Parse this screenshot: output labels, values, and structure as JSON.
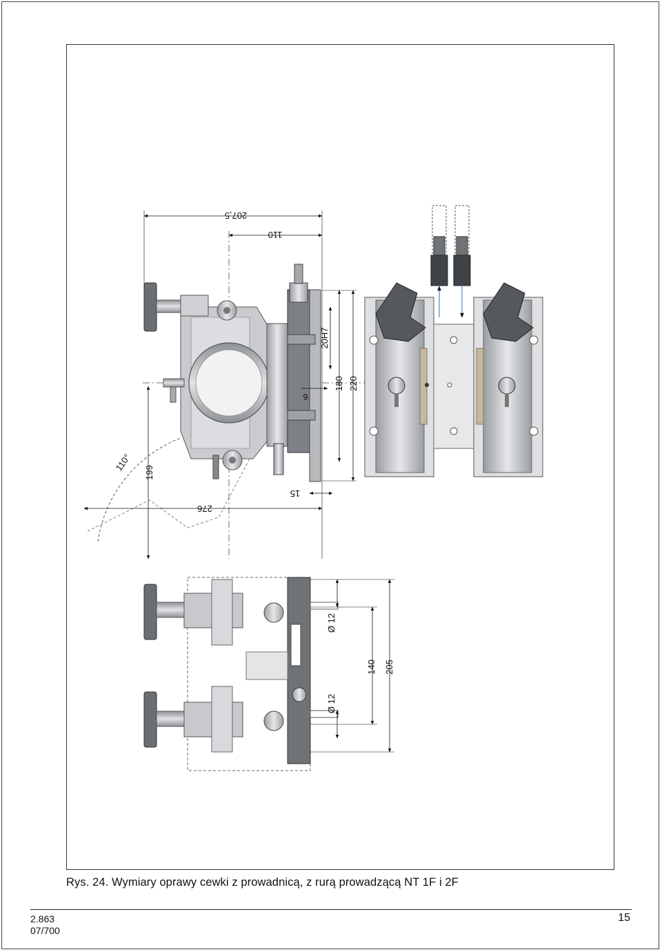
{
  "figure": {
    "caption": "Rys. 24. Wymiary oprawy cewki z prowadnicą, z rurą prowadzącą NT 1F i 2F",
    "dimensions": {
      "d207_5": "207,5",
      "d110": "110",
      "d20H7": "20H7",
      "d180": "180",
      "d220": "220",
      "d6": "6",
      "d15": "15",
      "d276": "276",
      "d199": "199",
      "d110deg": "110°",
      "dia12_top": "Ø 12",
      "dia12_bottom": "Ø 12",
      "d140": "140",
      "d205": "205"
    }
  },
  "footer": {
    "doc_line1": "2.863",
    "doc_line2": "07/700",
    "page": "15"
  }
}
